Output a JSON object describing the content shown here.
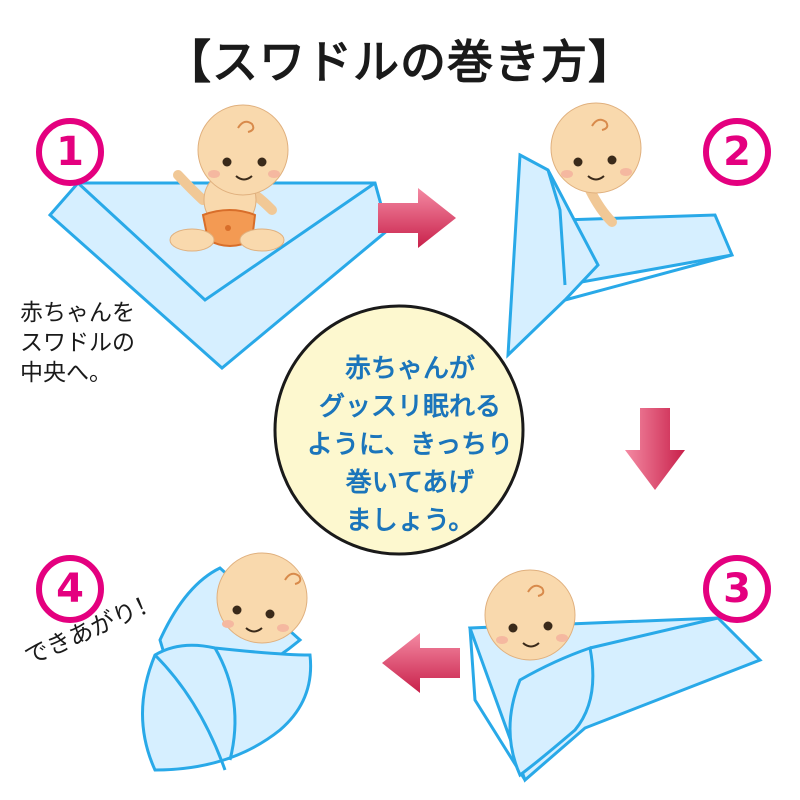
{
  "title": "【スワドルの巻き方】",
  "steps": [
    {
      "number": "1",
      "note": [
        "赤ちゃんを",
        "スワドルの",
        "中央へ。"
      ]
    },
    {
      "number": "2"
    },
    {
      "number": "3"
    },
    {
      "number": "4",
      "note": [
        "できあがり！"
      ]
    }
  ],
  "center_message": [
    "赤ちゃんが",
    "グッスリ眠れる",
    "ように、きっちり",
    "巻いてあげ",
    "ましょう。"
  ],
  "colors": {
    "accent": "#e4007f",
    "blanket_fill": "#d6efff",
    "blanket_stroke": "#29a9e8",
    "skin": "#f9d9ad",
    "circle_fill": "#fdf8cf",
    "arrow": "#e0395f",
    "text_blue": "#1b75bb"
  }
}
